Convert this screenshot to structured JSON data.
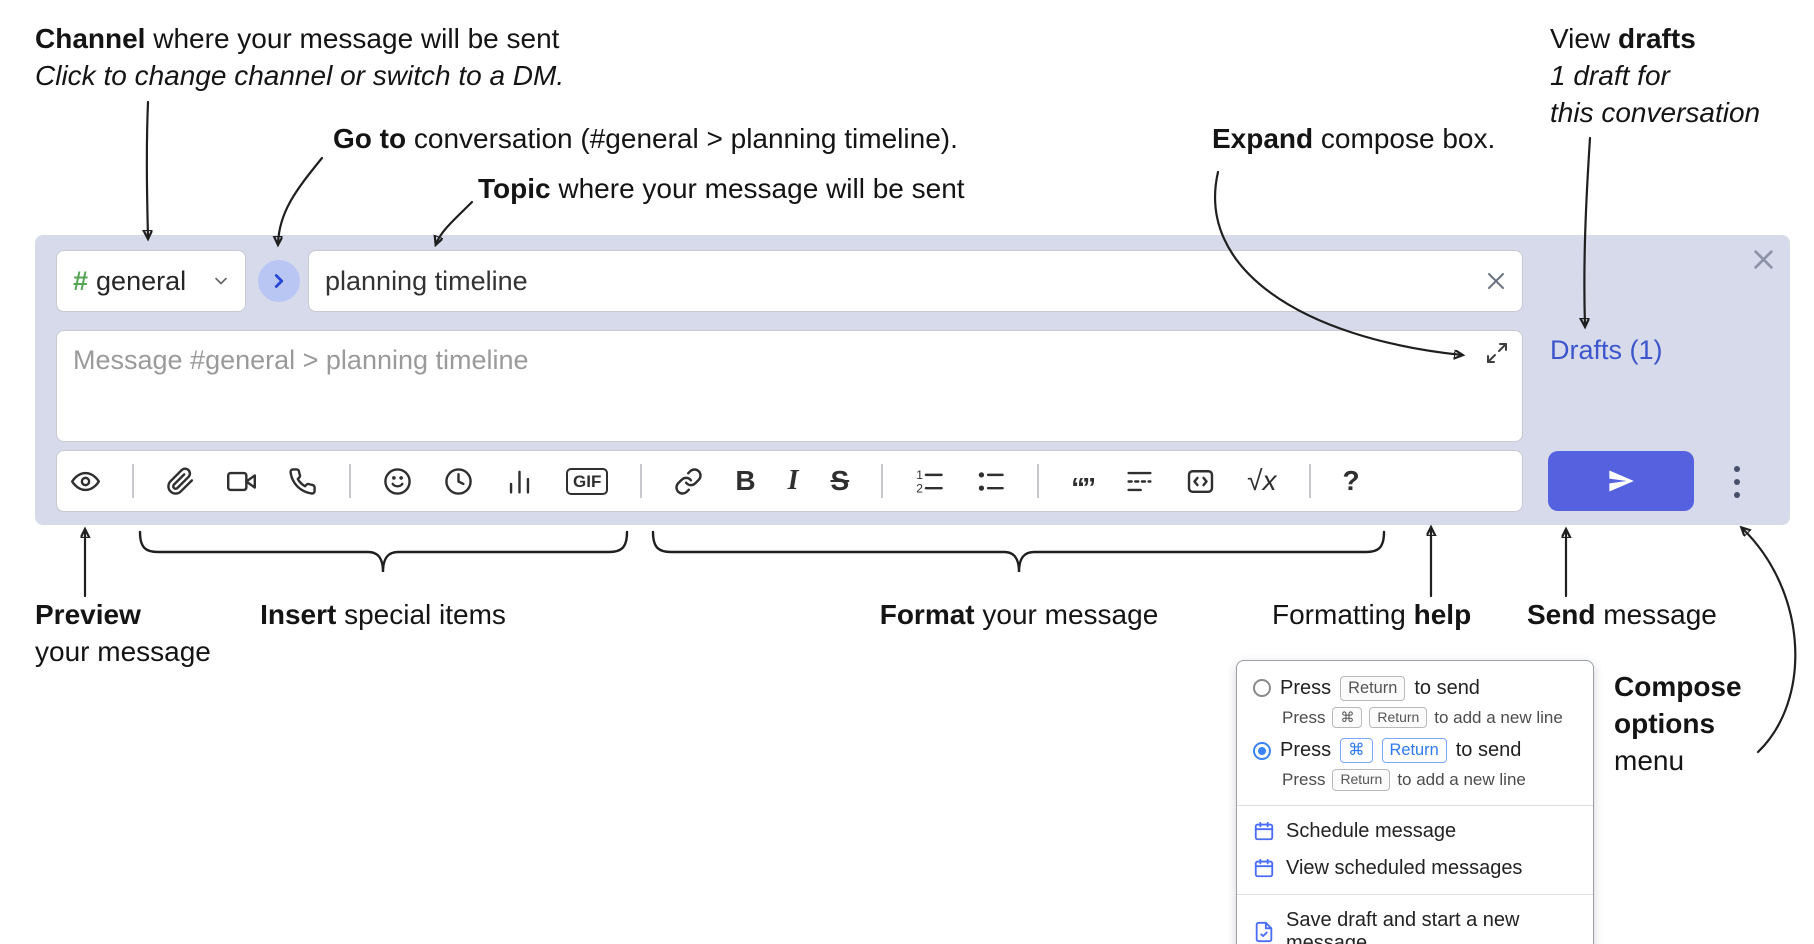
{
  "annotations": {
    "channel": {
      "bold": "Channel",
      "rest": " where your message will be sent",
      "line2": "Click to change channel or switch to a DM."
    },
    "goto": {
      "bold": "Go to",
      "rest": " conversation (#general > planning timeline)."
    },
    "topic": {
      "bold": "Topic",
      "rest": " where your message will be sent"
    },
    "expand": {
      "bold": "Expand",
      "rest": " compose box."
    },
    "drafts": {
      "pre": "View ",
      "bold": "drafts",
      "line2": "1 draft for",
      "line3": "this conversation"
    },
    "preview": {
      "bold": "Preview",
      "line2": "your message"
    },
    "insert": {
      "bold": "Insert",
      "rest": " special items"
    },
    "format": {
      "bold": "Format",
      "rest": " your message"
    },
    "formatting_help": {
      "pre": "Formatting ",
      "bold": "help"
    },
    "send": {
      "bold": "Send",
      "rest": " message"
    },
    "compose_options": {
      "line1": "Compose",
      "line2": "options",
      "line3": "menu"
    }
  },
  "compose": {
    "channel_hash": "#",
    "channel_name": "general",
    "topic_value": "planning timeline",
    "message_placeholder": "Message #general > planning timeline",
    "drafts_link": "Drafts (1)"
  },
  "toolbar": {
    "gif_label": "GIF",
    "bold_label": "B",
    "italic_label": "I",
    "strike_label": "S",
    "quote_glyph": "“”",
    "math_label": "√x",
    "help_label": "?",
    "icons": [
      "preview",
      "attach-file",
      "start-video-call",
      "start-audio-call",
      "add-emoji",
      "add-global-time",
      "add-poll",
      "add-gif",
      "link",
      "bold",
      "italic",
      "strikethrough",
      "numbered-list",
      "bulleted-list",
      "quote",
      "spoiler",
      "code",
      "math",
      "formatting-help"
    ]
  },
  "popup": {
    "option1": {
      "press": "Press",
      "key": "Return",
      "after": "to send",
      "sub_press": "Press",
      "sub_key1": "⌘",
      "sub_key2": "Return",
      "sub_after": "to add a new line"
    },
    "option2": {
      "press": "Press",
      "key1": "⌘",
      "key2": "Return",
      "after": "to send",
      "sub_press": "Press",
      "sub_key": "Return",
      "sub_after": "to add a new line"
    },
    "items": [
      "Schedule message",
      "View scheduled messages",
      "Save draft and start a new message"
    ]
  },
  "colors": {
    "compose_bg": "#d6daeb",
    "send_button": "#5661e0",
    "drafts_link": "#3d55cc",
    "hash_green": "#55a555",
    "selected_blue": "#3b82f6"
  }
}
